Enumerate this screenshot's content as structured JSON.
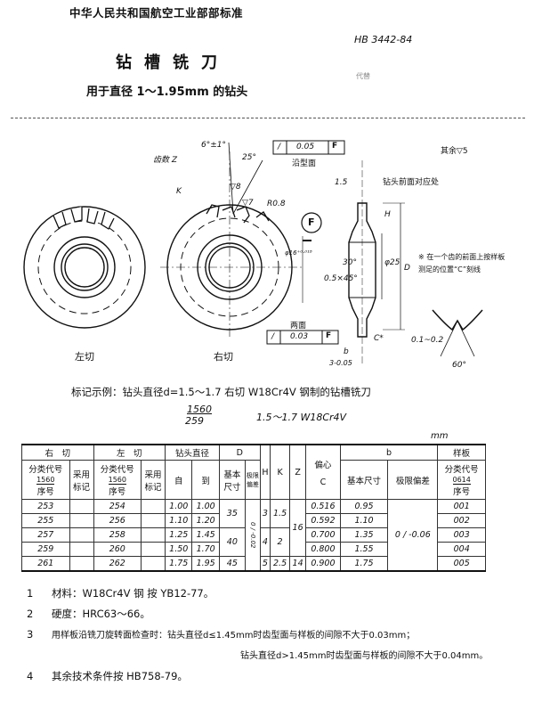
{
  "header": {
    "organization": "中华人民共和国航空工业部部标准",
    "code": "HB 3442-84",
    "title": "钻槽铣刀",
    "subtitle": "用于直径 1～1.95mm 的钻头",
    "small_mark": "代替"
  },
  "drawing": {
    "left_view_label": "左切",
    "right_view_label": "右切",
    "teeth_label": "齿数 Z",
    "angle_top": "6°±1°",
    "angle_25": "25°",
    "radius": "R0.8",
    "k_label": "K",
    "rough_8": "▽8",
    "rough_7": "▽7",
    "bore": "φ16⁺⁰·⁰¹⁸",
    "datum": "F",
    "tol_profile": {
      "symbol": "/",
      "value": "0.05",
      "datum": "F",
      "caption": "沿型面"
    },
    "tol_faces": {
      "symbol": "/",
      "value": "0.03",
      "datum": "F",
      "caption": "两面"
    },
    "rest_roughness": "其余▽5",
    "dim_15": "1.5",
    "drill_note": "钻头前面对应处",
    "h_label": "H",
    "d_label": "D",
    "phi25": "φ25",
    "angle_30": "30°",
    "chamfer": "0.5×45°",
    "c_label": "C*",
    "b_label": "b",
    "width": "3-0.05",
    "note_star": "※ 在一个齿的前面上按样板测足的位置“C”刻线",
    "tip_range": "0.1~0.2",
    "tip_angle": "60°"
  },
  "marking": {
    "example": "标记示例：钻头直径d=1.5～1.7 右切 W18Cr4V 钢制的钻槽铣刀",
    "numerator": "1560",
    "denominator": "259",
    "spec": "1.5～1.7 W18Cr4V"
  },
  "table": {
    "unit": "mm",
    "headers": {
      "right_cut": "右　切",
      "left_cut": "左　切",
      "class_code": "分类代号",
      "code_1560": "1560",
      "serial": "序号",
      "adopted_mark": "采用标记",
      "drill_dia": "钻头直径",
      "from": "自",
      "to": "到",
      "D": "D",
      "basic": "基本尺寸",
      "limit_dev": "极限偏差",
      "H": "H",
      "K": "K",
      "Z": "Z",
      "ecc": "偏心",
      "C": "C",
      "b": "b",
      "template": "样板",
      "code_0614": "0614"
    },
    "D_dev": "0 / -0.02",
    "b_dev": "0 / -0.06",
    "rows": [
      {
        "right": "253",
        "left": "254",
        "from": "1.00",
        "to": "1.00",
        "D": "35",
        "H": "3",
        "K": "1.5",
        "Z": "16",
        "C": "0.516",
        "b": "0.95",
        "tpl": "001"
      },
      {
        "right": "255",
        "left": "256",
        "from": "1.10",
        "to": "1.20",
        "C": "0.592",
        "b": "1.10",
        "tpl": "002"
      },
      {
        "right": "257",
        "left": "258",
        "from": "1.25",
        "to": "1.45",
        "D": "40",
        "H": "4",
        "K": "2",
        "C": "0.700",
        "b": "1.35",
        "tpl": "003"
      },
      {
        "right": "259",
        "left": "260",
        "from": "1.50",
        "to": "1.70",
        "C": "0.800",
        "b": "1.55",
        "tpl": "004"
      },
      {
        "right": "261",
        "left": "262",
        "from": "1.75",
        "to": "1.95",
        "D": "45",
        "H": "5",
        "K": "2.5",
        "Z": "14",
        "C": "0.900",
        "b": "1.75",
        "tpl": "005"
      }
    ]
  },
  "notes": [
    {
      "num": "1",
      "text": "材料：W18Cr4V 钢 按 YB12-77。"
    },
    {
      "num": "2",
      "text": "硬度：HRC63～66。"
    },
    {
      "num": "3",
      "text": "用样板沿铣刀旋转面检查时：钻头直径d≤1.45mm时齿型面与样板的间隙不大于0.03mm；"
    },
    {
      "num": "",
      "text": "钻头直径d>1.45mm时齿型面与样板的间隙不大于0.04mm。"
    },
    {
      "num": "4",
      "text": "其余技术条件按 HB758-79。"
    }
  ]
}
